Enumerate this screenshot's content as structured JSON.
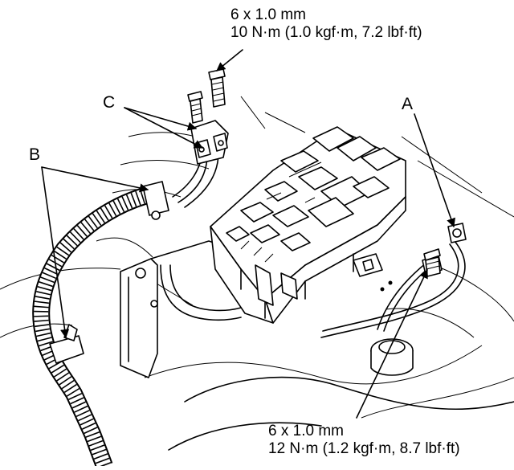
{
  "torque_specs": [
    {
      "size": "6 x 1.0 mm",
      "torque": "10 N·m (1.0 kgf·m, 7.2 lbf·ft)"
    },
    {
      "size": "6 x 1.0 mm",
      "torque": "12 N·m (1.2 kgf·m, 8.7 lbf·ft)"
    }
  ],
  "callouts": {
    "a": "A",
    "b": "B",
    "c": "C"
  }
}
